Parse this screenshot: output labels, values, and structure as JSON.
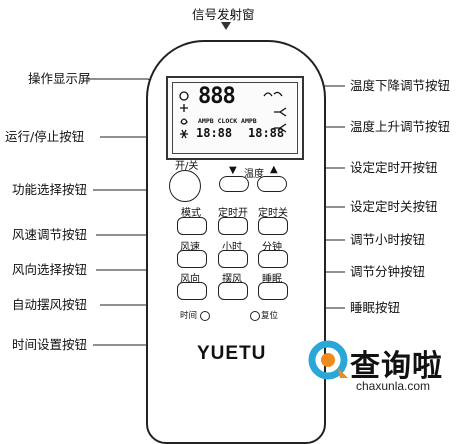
{
  "title": "信号发射窗",
  "left_labels": [
    "操作显示屏",
    "运行/停止按钮",
    "功能选择按钮",
    "风速调节按钮",
    "风向选择按钮",
    "自动摆风按钮",
    "时间设置按钮"
  ],
  "right_labels": [
    "温度下降调节按钮",
    "温度上升调节按钮",
    "设定定时开按钮",
    "设定定时关按钮",
    "调节小时按钮",
    "调节分钟按钮",
    "睡眠按钮"
  ],
  "lcd": {
    "digits_big": "888",
    "small_line": "AMPB CLOCK AMPB",
    "time_left": "18:88",
    "time_right": "18:88"
  },
  "buttons": {
    "power": "开/关",
    "temp": "温度",
    "temp_down": "▼",
    "temp_up": "▲",
    "mode": "模式",
    "timer_on": "定时开",
    "timer_off": "定时关",
    "fan": "风速",
    "hour": "小时",
    "minute": "分钟",
    "swing_dir": "风向",
    "swing": "摆风",
    "sleep": "睡眠",
    "time": "时间",
    "reset": "复位"
  },
  "brand": "YUETU",
  "watermark": {
    "text": "查询啦",
    "url": "chaxunla.com"
  }
}
